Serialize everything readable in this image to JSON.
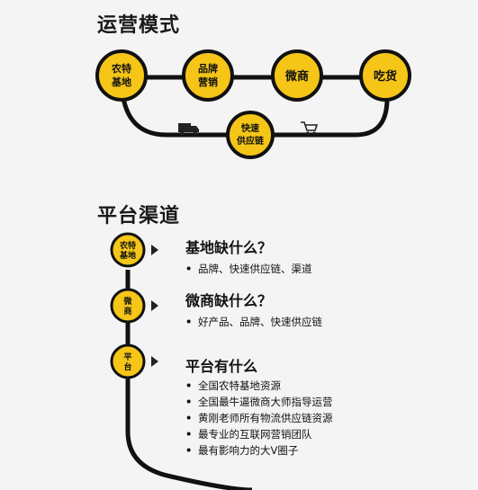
{
  "section1": {
    "title": "运营模式",
    "nodes": [
      {
        "line1": "农特",
        "line2": "基地"
      },
      {
        "line1": "品牌",
        "line2": "营销"
      },
      {
        "line1": "微商",
        "line2": ""
      },
      {
        "line1": "吃货",
        "line2": ""
      },
      {
        "line1": "快速",
        "line2": "供应链"
      }
    ],
    "icons": [
      "truck-icon",
      "shopping-cart-icon"
    ]
  },
  "section2": {
    "title": "平台渠道",
    "nodes": [
      {
        "line1": "农特",
        "line2": "基地"
      },
      {
        "line1": "微",
        "line2": "商"
      },
      {
        "line1": "平",
        "line2": "台"
      }
    ],
    "groups": [
      {
        "heading": "基地缺什么？",
        "items": [
          "品牌、快速供应链、渠道"
        ]
      },
      {
        "heading": "微商缺什么？",
        "items": [
          "好产品、品牌、快速供应链"
        ]
      },
      {
        "heading": "平台有什么",
        "items": [
          "全国农特基地资源",
          "全国最牛逼微商大师指导运营",
          "黄刚老师所有物流供应链资源",
          "最专业的互联网营销团队",
          "最有影响力的大V圈子"
        ]
      }
    ]
  },
  "colors": {
    "node_fill": "#f5c518",
    "line": "#111111",
    "background": "#f4f4f4"
  }
}
